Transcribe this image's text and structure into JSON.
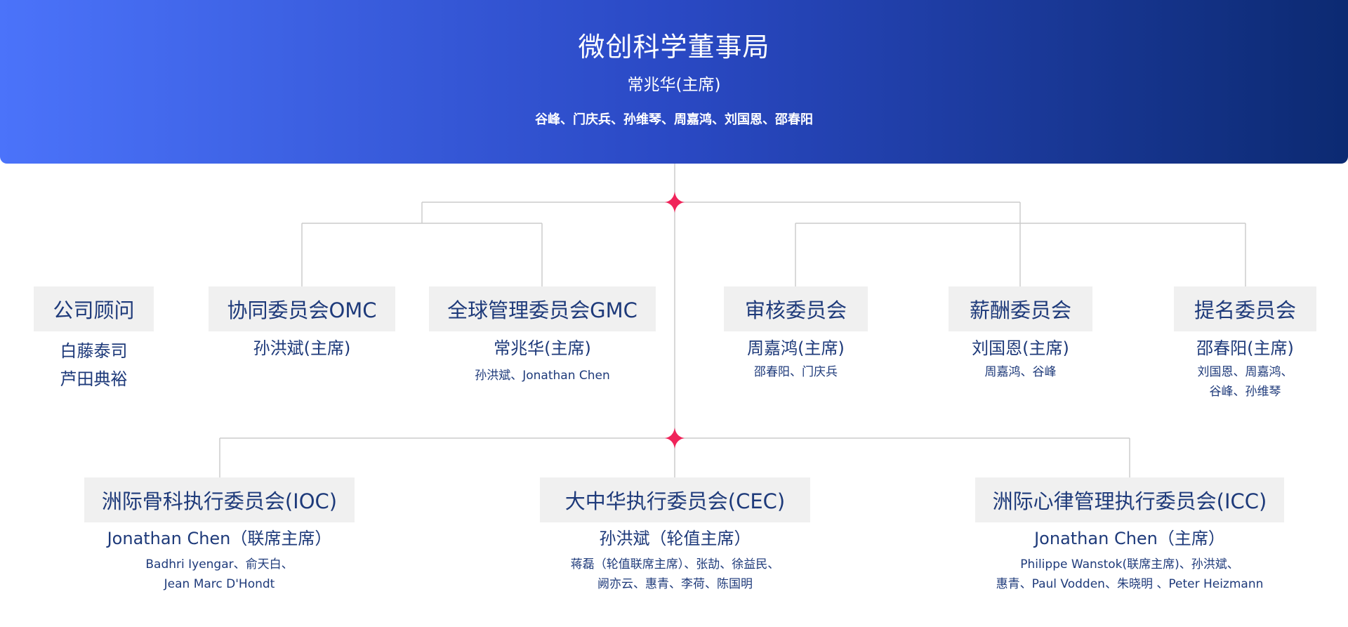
{
  "board": {
    "title": "微创科学董事局",
    "chair": "常兆华(主席)",
    "members": "谷峰、门庆兵、孙维琴、周嘉鸿、刘国恩、邵春阳"
  },
  "committees": [
    {
      "name": "公司顾问",
      "lines": [
        "白藤泰司",
        "芦田典裕"
      ]
    },
    {
      "name": "协同委员会OMC",
      "chair": "孙洪斌(主席)"
    },
    {
      "name": "全球管理委员会GMC",
      "chair": "常兆华(主席)",
      "members": "孙洪斌、Jonathan Chen"
    },
    {
      "name": "审核委员会",
      "chair": "周嘉鸿(主席)",
      "members": "邵春阳、门庆兵"
    },
    {
      "name": "薪酬委员会",
      "chair": "刘国恩(主席)",
      "members": "周嘉鸿、谷峰"
    },
    {
      "name": "提名委员会",
      "chair": "邵春阳(主席)",
      "members": [
        "刘国恩、周嘉鸿、",
        "谷峰、孙维琴"
      ]
    }
  ],
  "executive_committees": [
    {
      "name": "洲际骨科执行委员会(IOC)",
      "chair": "Jonathan Chen（联席主席）",
      "members": [
        "Badhri Iyengar、俞天白、",
        "Jean Marc D'Hondt"
      ]
    },
    {
      "name": "大中华执行委员会(CEC)",
      "chair": "孙洪斌（轮值主席）",
      "members": [
        "蒋磊（轮值联席主席）、张劼、徐益民、",
        "阙亦云、惠青、李荷、陈国明"
      ]
    },
    {
      "name": "洲际心律管理执行委员会(ICC)",
      "chair": "Jonathan Chen（主席）",
      "members": [
        "Philippe Wanstok(联席主席)、孙洪斌、",
        "惠青、Paul Vodden、朱晓明 、Peter Heizmann"
      ]
    }
  ],
  "colors": {
    "banner_start": "#4b73fa",
    "banner_end": "#0c2a72",
    "node_star": "#f0245a",
    "text": "#1e3a7a",
    "box_bg": "#f0f0f0",
    "line": "#cccccc"
  }
}
